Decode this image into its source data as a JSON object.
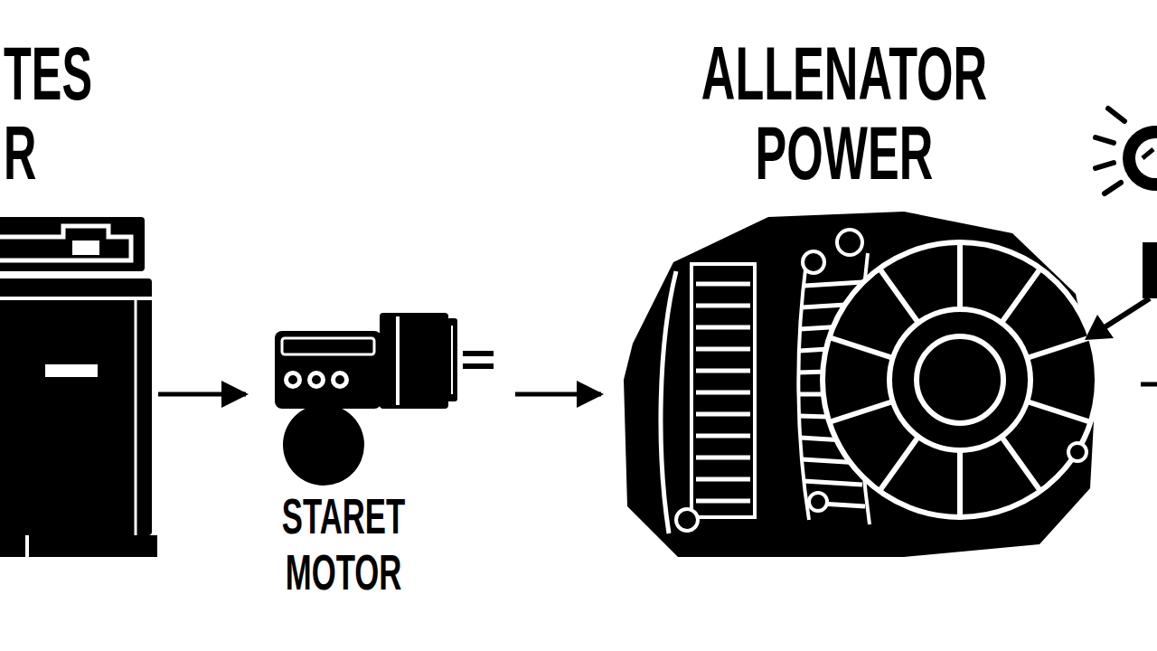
{
  "diagram": {
    "nodes": [
      {
        "text": [
          "TES R"
        ]
      },
      {
        "text": [
          "STARET MOTOR"
        ]
      },
      {
        "text": [
          "ALLENATOR POWER"
        ]
      }
    ],
    "edges": [
      {
        "from": 0,
        "to": 1,
        "arrow": "to"
      },
      {
        "from": 1,
        "to": 2,
        "arrow": "to"
      }
    ]
  }
}
